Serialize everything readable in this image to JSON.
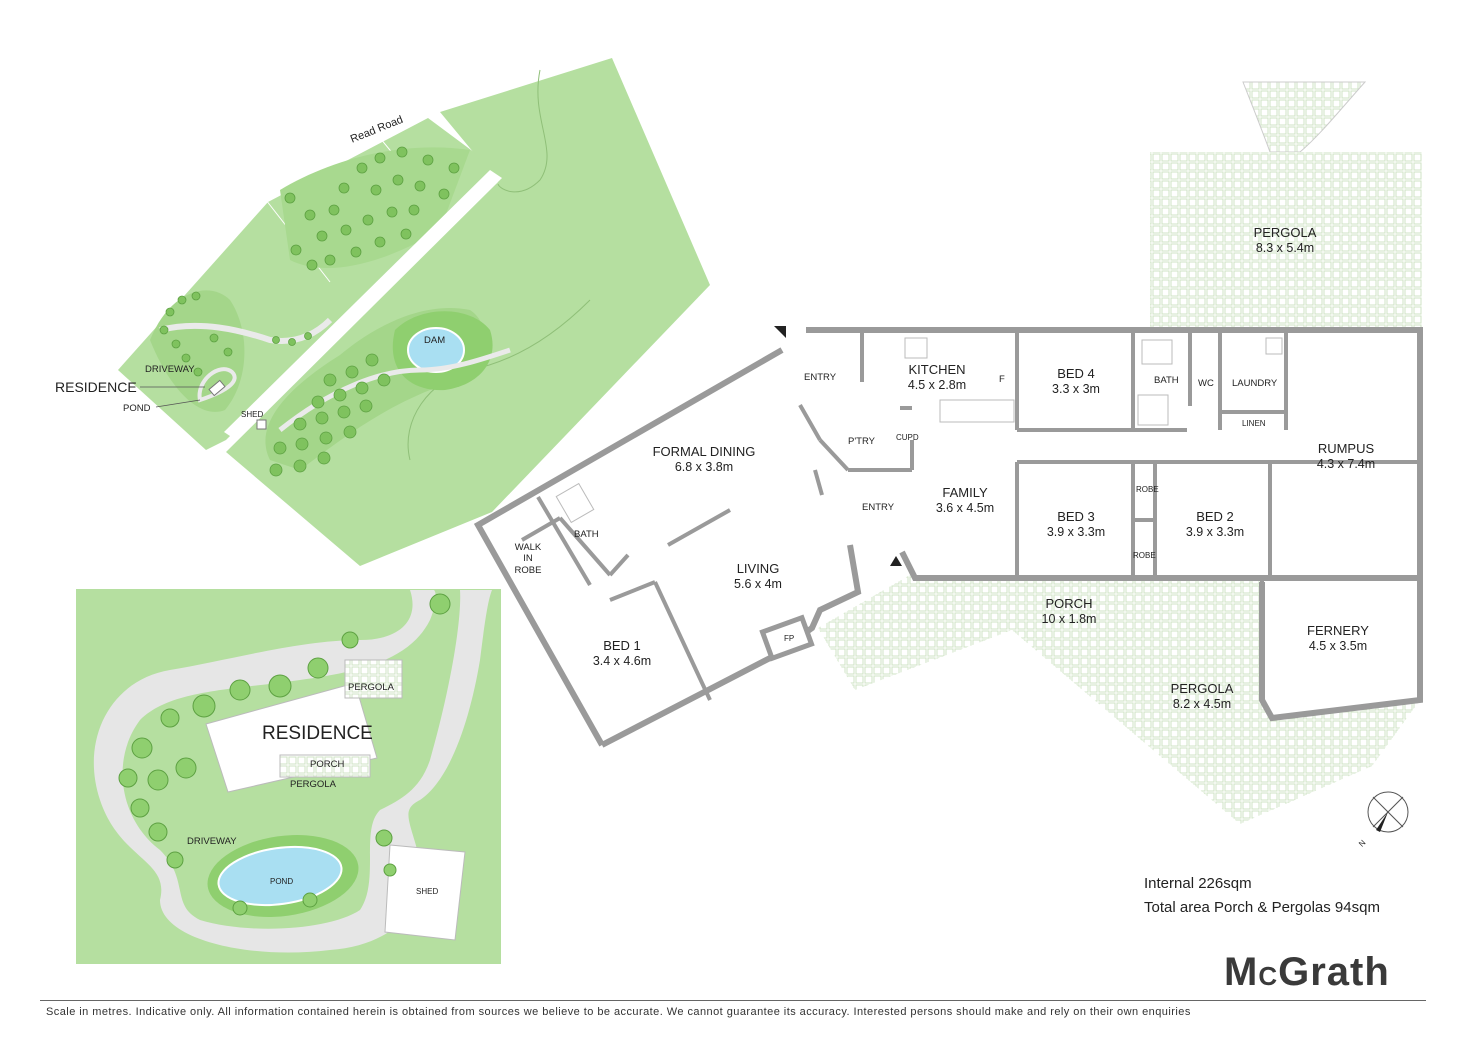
{
  "site_plan": {
    "road_label": "Read Road",
    "residence_label": "RESIDENCE",
    "driveway_label": "DRIVEWAY",
    "pond_label": "POND",
    "shed_label": "SHED",
    "dam_label": "DAM"
  },
  "detail_plan": {
    "residence_label": "RESIDENCE",
    "pergola_top_label": "PERGOLA",
    "porch_label": "PORCH",
    "pergola_label": "PERGOLA",
    "driveway_label": "DRIVEWAY",
    "pond_label": "POND",
    "shed_label": "SHED"
  },
  "floor_plan": {
    "rooms": [
      {
        "name": "PERGOLA",
        "dims": "8.3 x 5.4m"
      },
      {
        "name": "KITCHEN",
        "dims": "4.5 x 2.8m"
      },
      {
        "name": "BED 4",
        "dims": "3.3 x 3m"
      },
      {
        "name": "FORMAL DINING",
        "dims": "6.8 x 3.8m"
      },
      {
        "name": "RUMPUS",
        "dims": "4.3 x 7.4m"
      },
      {
        "name": "FAMILY",
        "dims": "3.6 x 4.5m"
      },
      {
        "name": "BED 3",
        "dims": "3.9 x 3.3m"
      },
      {
        "name": "BED 2",
        "dims": "3.9 x 3.3m"
      },
      {
        "name": "LIVING",
        "dims": "5.6 x 4m"
      },
      {
        "name": "PORCH",
        "dims": "10 x 1.8m"
      },
      {
        "name": "FERNERY",
        "dims": "4.5 x 3.5m"
      },
      {
        "name": "BED 1",
        "dims": "3.4 x 4.6m"
      },
      {
        "name": "PERGOLA",
        "dims": "8.2 x 4.5m"
      }
    ],
    "labels": {
      "entry_1": "ENTRY",
      "entry_2": "ENTRY",
      "bath_1": "BATH",
      "wc": "WC",
      "laundry": "LAUNDRY",
      "linen": "LINEN",
      "pantry": "P'TRY",
      "cupboard": "CUPD",
      "fridge": "F",
      "robe_1": "ROBE",
      "robe_2": "ROBE",
      "bath_2": "BATH",
      "walk_in_robe_1": "WALK",
      "walk_in_robe_2": "IN",
      "walk_in_robe_3": "ROBE",
      "fireplace": "FP"
    },
    "compass_label": "N"
  },
  "info": {
    "internal": "Internal 226sqm",
    "total": "Total area Porch & Pergolas 94sqm"
  },
  "brand": {
    "m": "M",
    "c": "C",
    "rest": "Grath"
  },
  "disclaimer": "Scale in metres. Indicative only. All information contained herein is obtained from sources we believe to be accurate. We cannot guarantee its accuracy. Interested persons should make and rely on their own enquiries",
  "colors": {
    "grass": "#b5dfa0",
    "garden": "#8fcf6f",
    "wall": "#9a9a9a",
    "water": "#a9dff2",
    "path": "#e6e6e6"
  }
}
